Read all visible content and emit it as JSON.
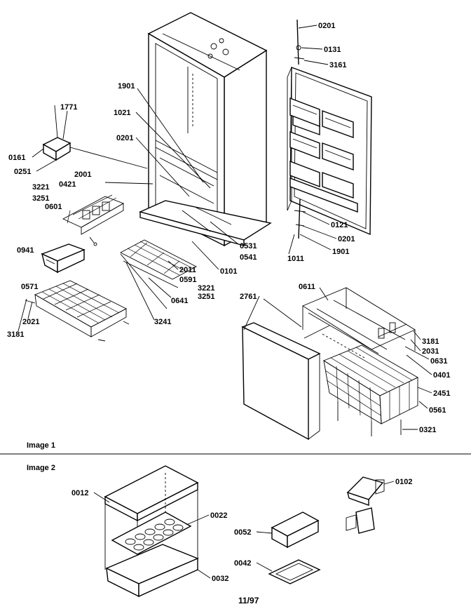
{
  "section_labels": [
    "Image 1",
    "Image 2"
  ],
  "footer": "11/97",
  "callouts": [
    {
      "id": "c0201a",
      "text": "0201"
    },
    {
      "id": "c0131",
      "text": "0131"
    },
    {
      "id": "c3161",
      "text": "3161"
    },
    {
      "id": "c1901a",
      "text": "1901"
    },
    {
      "id": "c1021",
      "text": "1021"
    },
    {
      "id": "c1771",
      "text": "1771"
    },
    {
      "id": "c0201b",
      "text": "0201"
    },
    {
      "id": "c0161",
      "text": "0161"
    },
    {
      "id": "c0251",
      "text": "0251"
    },
    {
      "id": "c2001",
      "text": "2001"
    },
    {
      "id": "c3221a",
      "text": "3221"
    },
    {
      "id": "c0421",
      "text": "0421"
    },
    {
      "id": "c3251a",
      "text": "3251"
    },
    {
      "id": "c0601",
      "text": "0601"
    },
    {
      "id": "c0121",
      "text": "0121"
    },
    {
      "id": "c0201c",
      "text": "0201"
    },
    {
      "id": "c0531",
      "text": "0531"
    },
    {
      "id": "c0541",
      "text": "0541"
    },
    {
      "id": "c1011",
      "text": "1011"
    },
    {
      "id": "c1901b",
      "text": "1901"
    },
    {
      "id": "c0941",
      "text": "0941"
    },
    {
      "id": "c2011",
      "text": "2011"
    },
    {
      "id": "c0101",
      "text": "0101"
    },
    {
      "id": "c0591",
      "text": "0591"
    },
    {
      "id": "c3221b",
      "text": "3221"
    },
    {
      "id": "c3251b",
      "text": "3251"
    },
    {
      "id": "c0571",
      "text": "0571"
    },
    {
      "id": "c0641",
      "text": "0641"
    },
    {
      "id": "c2021",
      "text": "2021"
    },
    {
      "id": "c3181a",
      "text": "3181"
    },
    {
      "id": "c3241",
      "text": "3241"
    },
    {
      "id": "c0611",
      "text": "0611"
    },
    {
      "id": "c2761",
      "text": "2761"
    },
    {
      "id": "c3181b",
      "text": "3181"
    },
    {
      "id": "c2031",
      "text": "2031"
    },
    {
      "id": "c0631",
      "text": "0631"
    },
    {
      "id": "c0401",
      "text": "0401"
    },
    {
      "id": "c2451",
      "text": "2451"
    },
    {
      "id": "c0561",
      "text": "0561"
    },
    {
      "id": "c0321",
      "text": "0321"
    },
    {
      "id": "c0012",
      "text": "0012"
    },
    {
      "id": "c0022",
      "text": "0022"
    },
    {
      "id": "c0032",
      "text": "0032"
    },
    {
      "id": "c0102",
      "text": "0102"
    },
    {
      "id": "c0052",
      "text": "0052"
    },
    {
      "id": "c0042",
      "text": "0042"
    }
  ]
}
